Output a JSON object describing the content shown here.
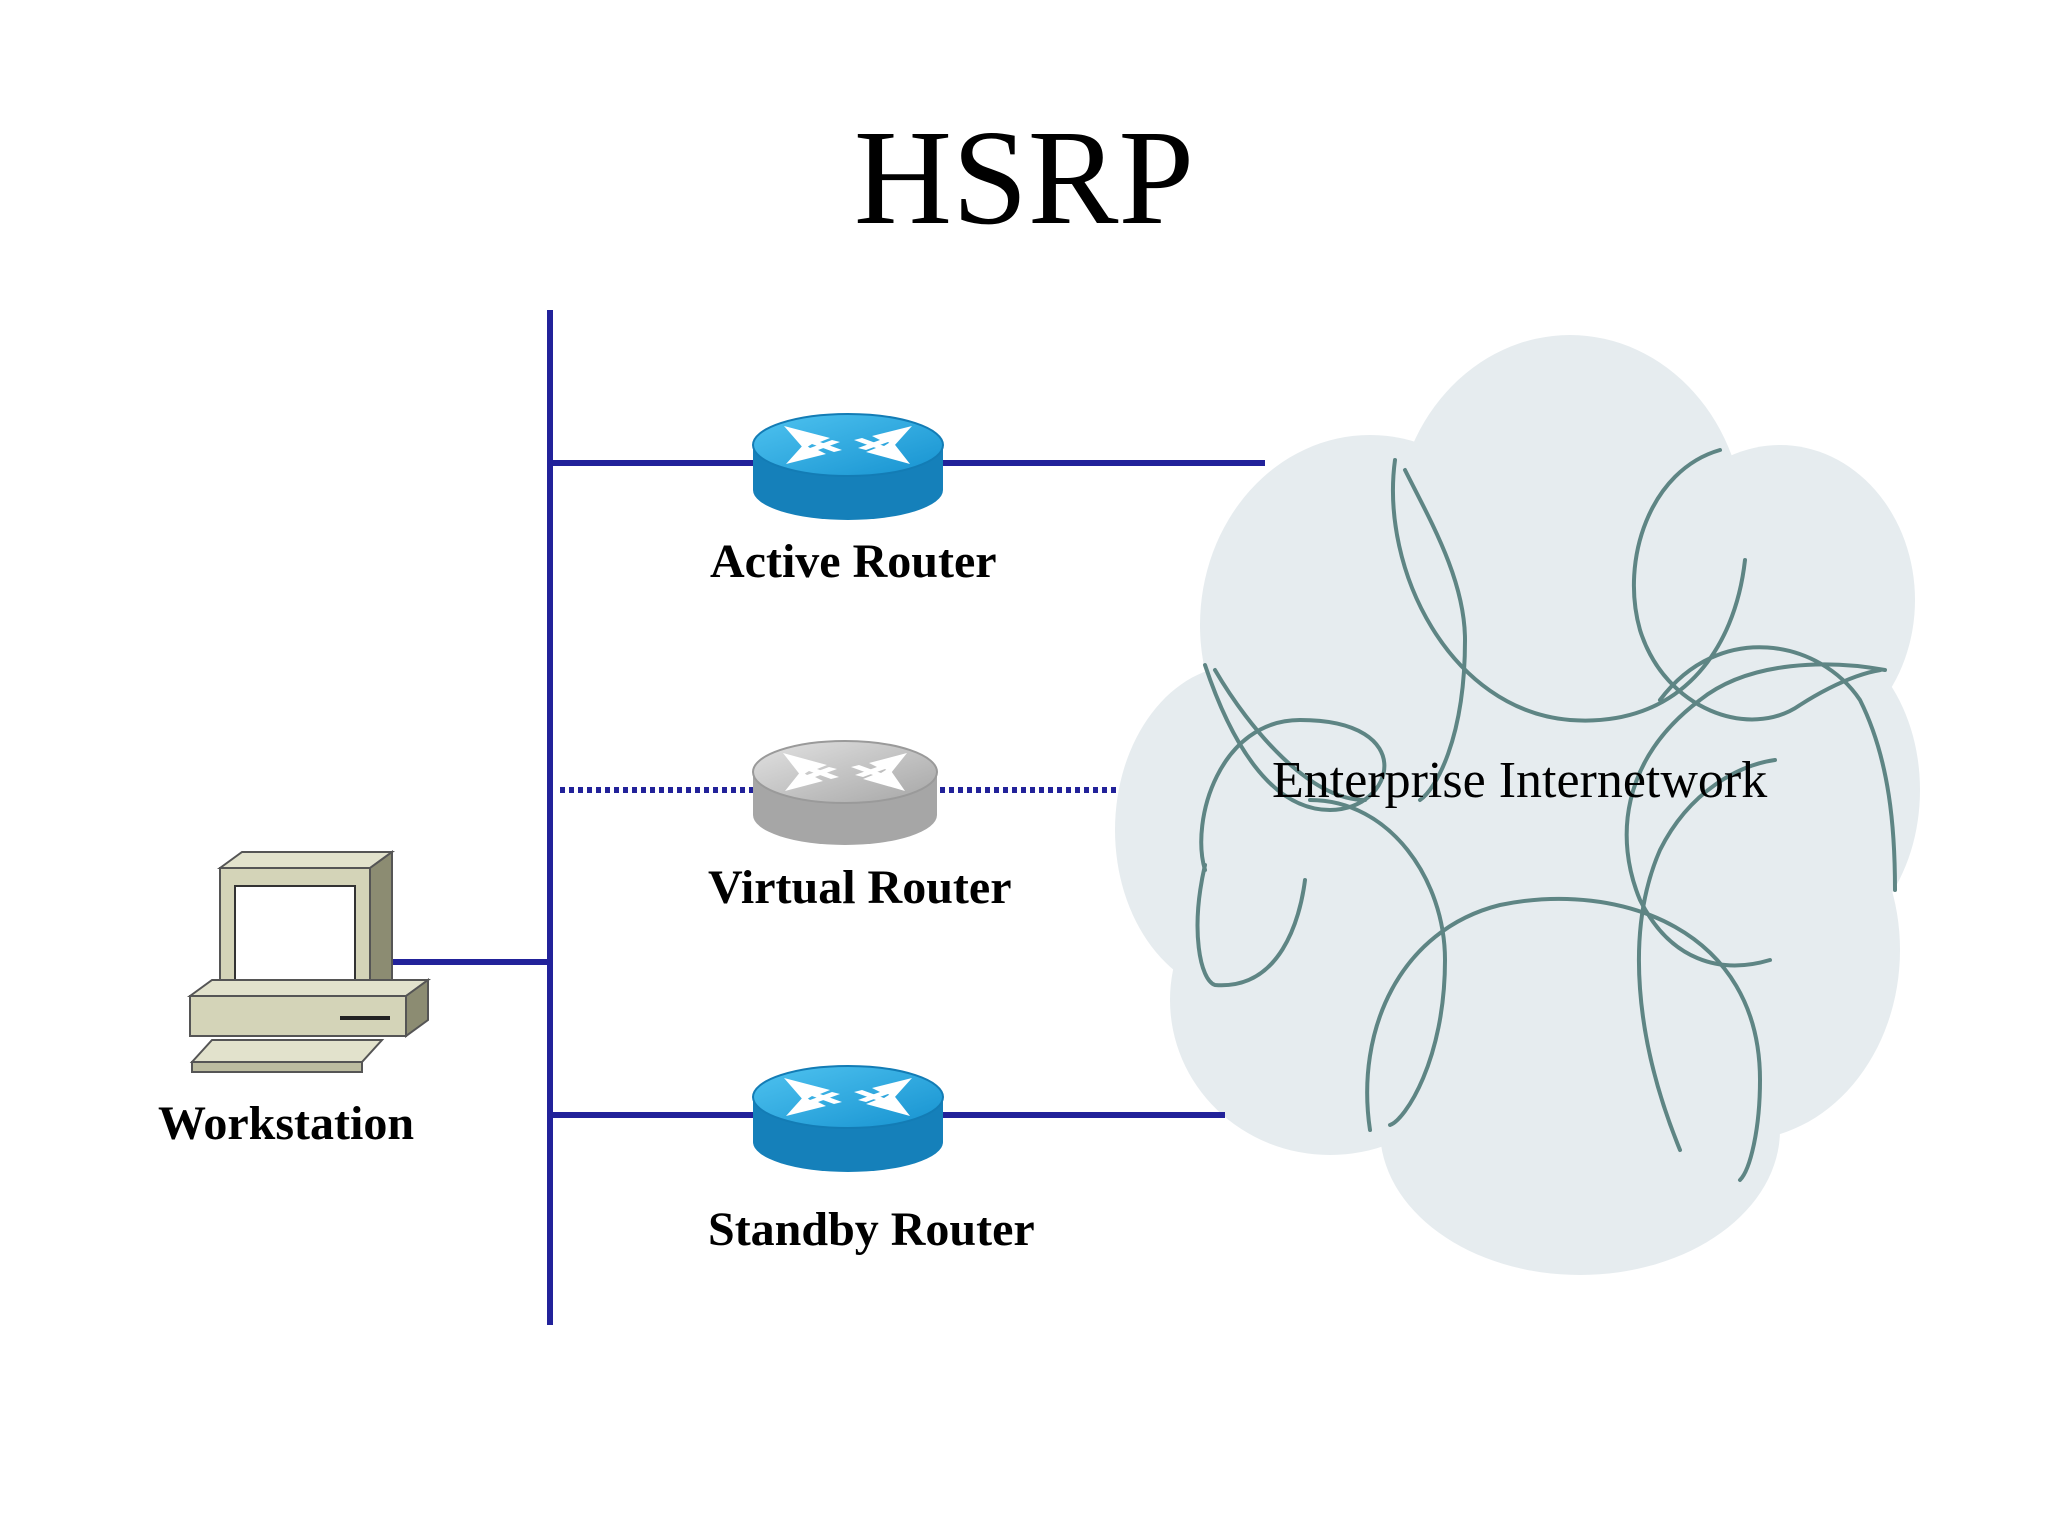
{
  "title": "HSRP",
  "nodes": {
    "active_router": {
      "label": "Active Router",
      "icon": "router-icon",
      "color": "#1d9bd8"
    },
    "virtual_router": {
      "label": "Virtual Router",
      "icon": "router-icon",
      "color": "#a9a9a9"
    },
    "standby_router": {
      "label": "Standby Router",
      "icon": "router-icon",
      "color": "#1d9bd8"
    },
    "workstation": {
      "label": "Workstation",
      "icon": "workstation-icon"
    },
    "cloud": {
      "label": "Enterprise Internetwork",
      "icon": "cloud-icon"
    }
  },
  "colors": {
    "link": "#22229a",
    "cloud_fill": "#e6ecef",
    "cloud_arcs": "#5e8584"
  }
}
